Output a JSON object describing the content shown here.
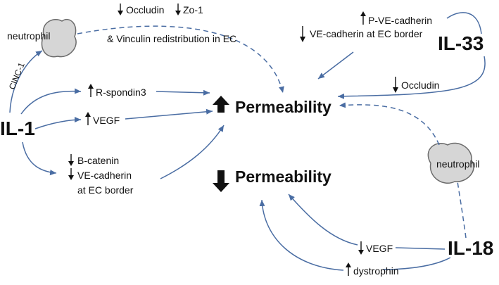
{
  "nodes": {
    "il1": "IL-1",
    "il33": "IL-33",
    "il18": "IL-18",
    "perm_up": "Permeability",
    "perm_down": "Permeability",
    "neutrophil_left": "neutrophil",
    "neutrophil_right": "neutrophil",
    "cinc1": "CINC-1",
    "occludin_top": "Occludin",
    "zo1": "Zo-1",
    "vinculin": "& Vinculin redistribution in EC",
    "p_ve_cadherin": "P-VE-cadherin",
    "ve_cadherin_il33": "VE-cadherin at EC border",
    "occludin_il33": "Occludin",
    "r_spondin3": "R-spondin3",
    "vegf_il1": "VEGF",
    "b_catenin": "B-catenin",
    "ve_cadherin_il1": "VE-cadherin",
    "at_ec_border": "at EC border",
    "vegf_il18": "VEGF",
    "dystrophin": "dystrophin"
  },
  "colors": {
    "edge": "#4a6da3",
    "cell_fill": "#d6d6d6",
    "cell_stroke": "#6b6b6b",
    "big_arrow": "#111111",
    "text": "#111111"
  }
}
